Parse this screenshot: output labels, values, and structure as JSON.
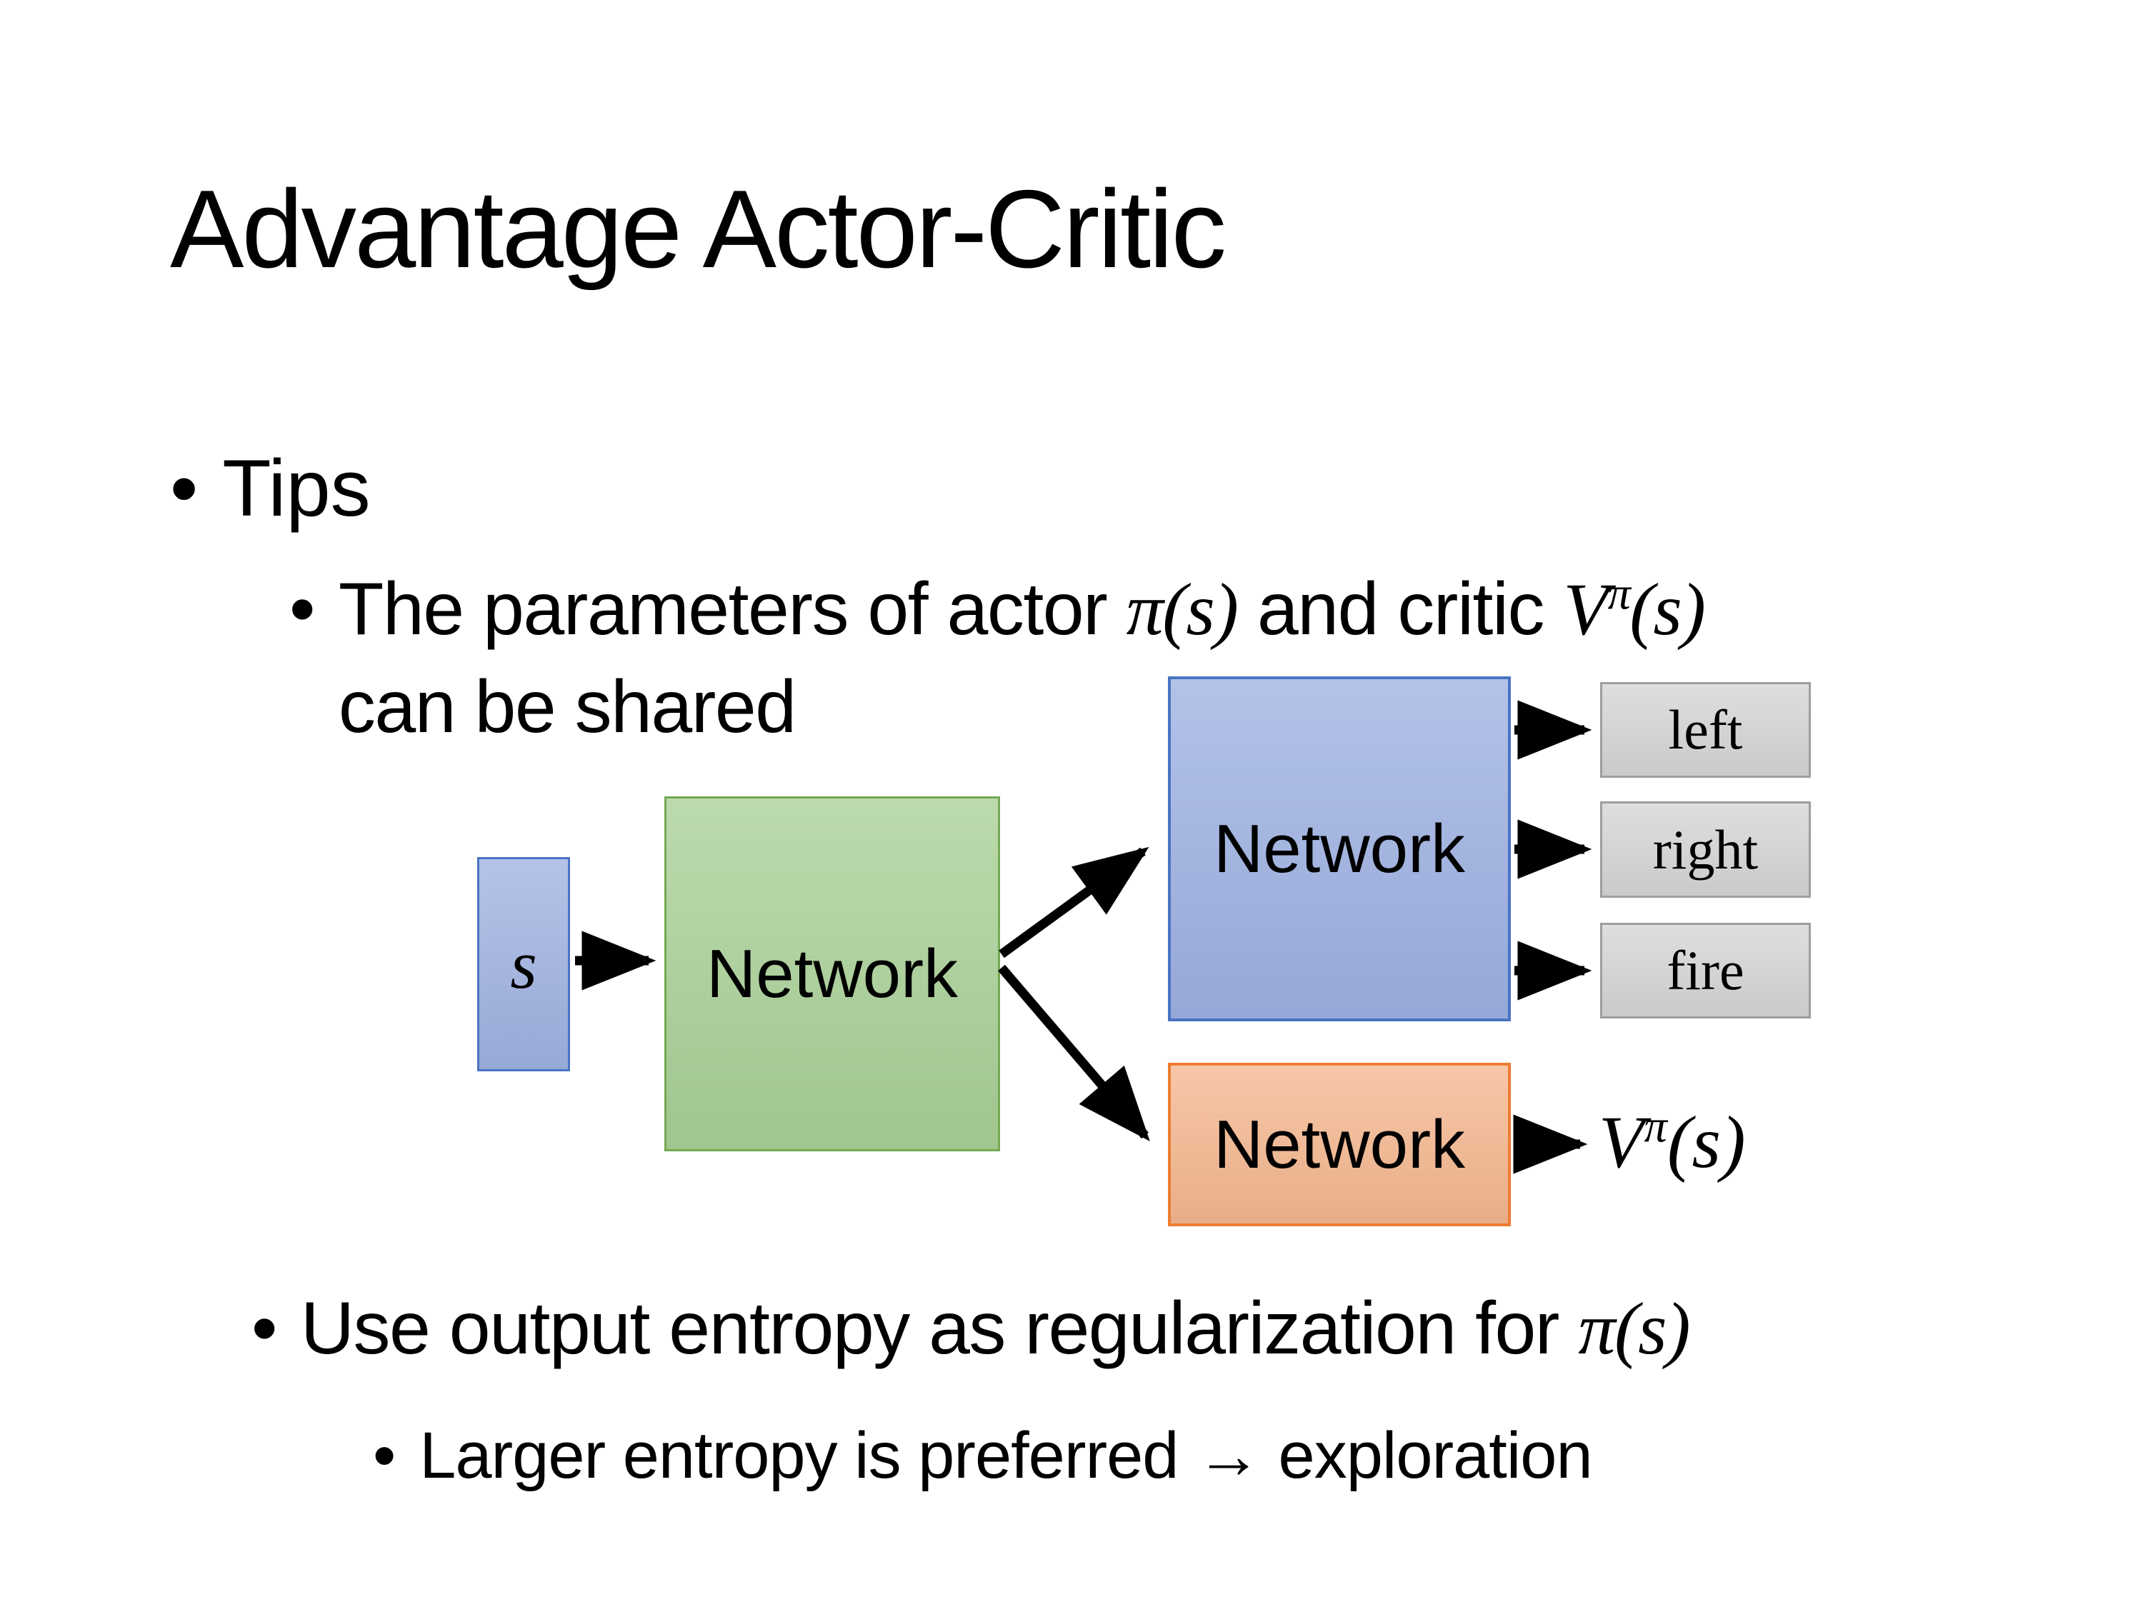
{
  "slide": {
    "title": "Advantage Actor-Critic",
    "bullet": "•",
    "tips": "Tips",
    "point1": {
      "pre": "The parameters of actor ",
      "actor_math": {
        "pi": "π",
        "args": "(s)"
      },
      "mid": "  and critic ",
      "critic_math": {
        "V": "V",
        "sup": "π",
        "args": "(s)"
      },
      "line2": "can be shared"
    },
    "point2": {
      "pre": "Use output entropy as regularization for ",
      "math": {
        "pi": "π",
        "args": "(s)"
      }
    },
    "point3": "Larger entropy is preferred → exploration"
  },
  "diagram": {
    "input_label": "s",
    "shared_network_label": "Network",
    "actor_network_label": "Network",
    "critic_network_label": "Network",
    "outputs": [
      "left",
      "right",
      "fire"
    ],
    "value_math": {
      "V": "V",
      "sup": "π",
      "args": "(s)"
    },
    "colors": {
      "input_fill": "#9fb2e1",
      "input_border": "#4a74c4",
      "shared_fill": "#a9d096",
      "shared_border": "#74a952",
      "actor_fill": "#9db1e2",
      "actor_border": "#4a74c4",
      "critic_fill": "#f5b78f",
      "critic_border": "#ed7d31",
      "output_fill": "#d5d5d5",
      "output_border": "#9e9e9e",
      "arrow": "#000000"
    }
  }
}
